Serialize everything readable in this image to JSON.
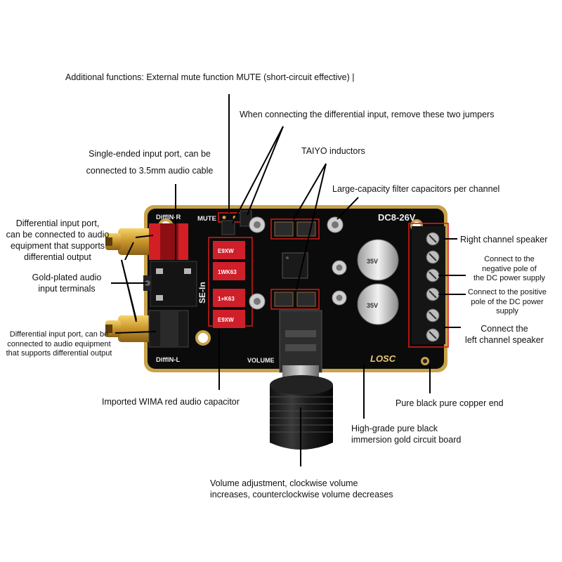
{
  "labels": {
    "mute_function": "Additional functions: External mute function MUTE (short-circuit effective) |",
    "jumpers": "When connecting the differential input, remove these two jumpers",
    "single_ended": [
      "Single-ended input port, can be",
      "connected to 3.5mm audio cable"
    ],
    "taiyo": "TAIYO inductors",
    "filter_caps": "Large-capacity filter capacitors per channel",
    "diff_input_top": [
      "Differential input port,",
      "can be connected to audio",
      "equipment that supports",
      "differential output"
    ],
    "gold_terminals": [
      "Gold-plated audio",
      "input terminals"
    ],
    "diff_input_bottom": [
      "Differential input port, can be",
      "connected to audio equipment",
      "that supports differential output"
    ],
    "right_speaker": "Right channel speaker",
    "neg_pole": [
      "Connect to the",
      "negative pole of",
      "the DC power supply"
    ],
    "pos_pole": [
      "Connect to the positive",
      "pole of the DC power",
      "supply"
    ],
    "left_speaker": [
      "Connect the",
      "left channel speaker"
    ],
    "wima": "Imported WIMA red audio capacitor",
    "copper_end": "Pure black pure copper end",
    "board": [
      "High-grade pure black",
      "immersion gold circuit board"
    ],
    "volume": [
      "Volume adjustment, clockwise volume",
      "increases, counterclockwise volume decreases"
    ]
  },
  "silkscreen": {
    "diffin_r": "DiffIN-R",
    "mute": "MUTE",
    "se_in": "SE-In",
    "dc_range": "DC8-26V",
    "diffin_l": "DiffIN-L",
    "volume": "VOLUME",
    "brand": "LOSC",
    "cap_marks": [
      "E9XW",
      "1WK63",
      "1+K63",
      "E9XW"
    ],
    "elec_cap": "35V"
  },
  "colors": {
    "board": "#0b0b0b",
    "board_edge": "#c9a24a",
    "capacitor_red": "#cf1f2a",
    "highlight_box": "#d61a1a",
    "leader": "#000000"
  }
}
